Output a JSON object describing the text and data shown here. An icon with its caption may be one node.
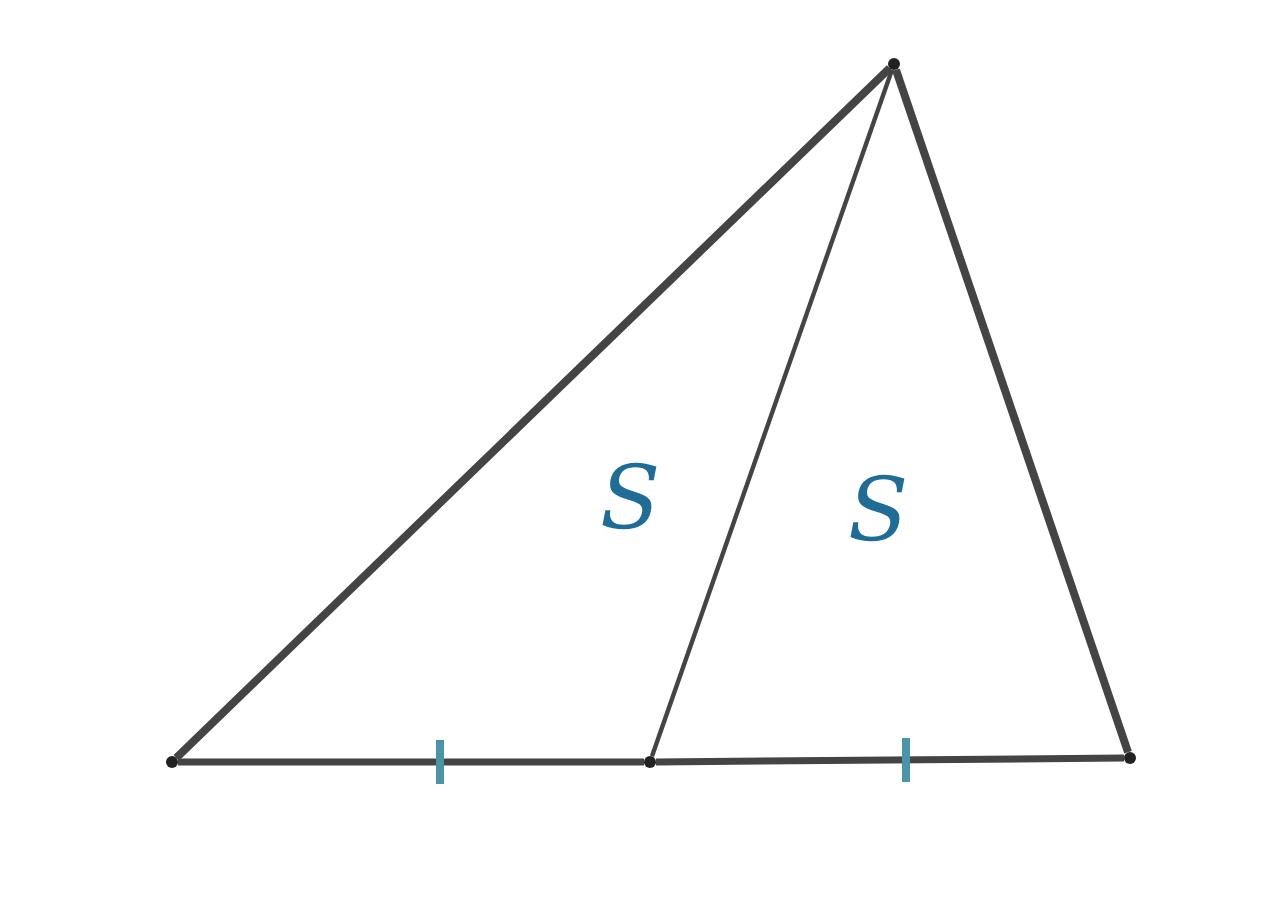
{
  "diagram": {
    "nodes": [
      {
        "text": [],
        "shape": "circle"
      },
      {
        "text": [],
        "shape": "circle"
      },
      {
        "text": [],
        "shape": "circle"
      },
      {
        "text": [],
        "shape": "circle"
      }
    ],
    "edges": [
      {
        "from": 0,
        "to": 1,
        "arrow": "none"
      },
      {
        "from": 1,
        "to": 2,
        "arrow": "none"
      },
      {
        "from": 0,
        "to": 3,
        "arrow": "none"
      },
      {
        "from": 3,
        "to": 2,
        "arrow": "none"
      },
      {
        "from": 1,
        "to": 3,
        "arrow": "none"
      }
    ],
    "labels": [
      "S",
      "S"
    ]
  }
}
